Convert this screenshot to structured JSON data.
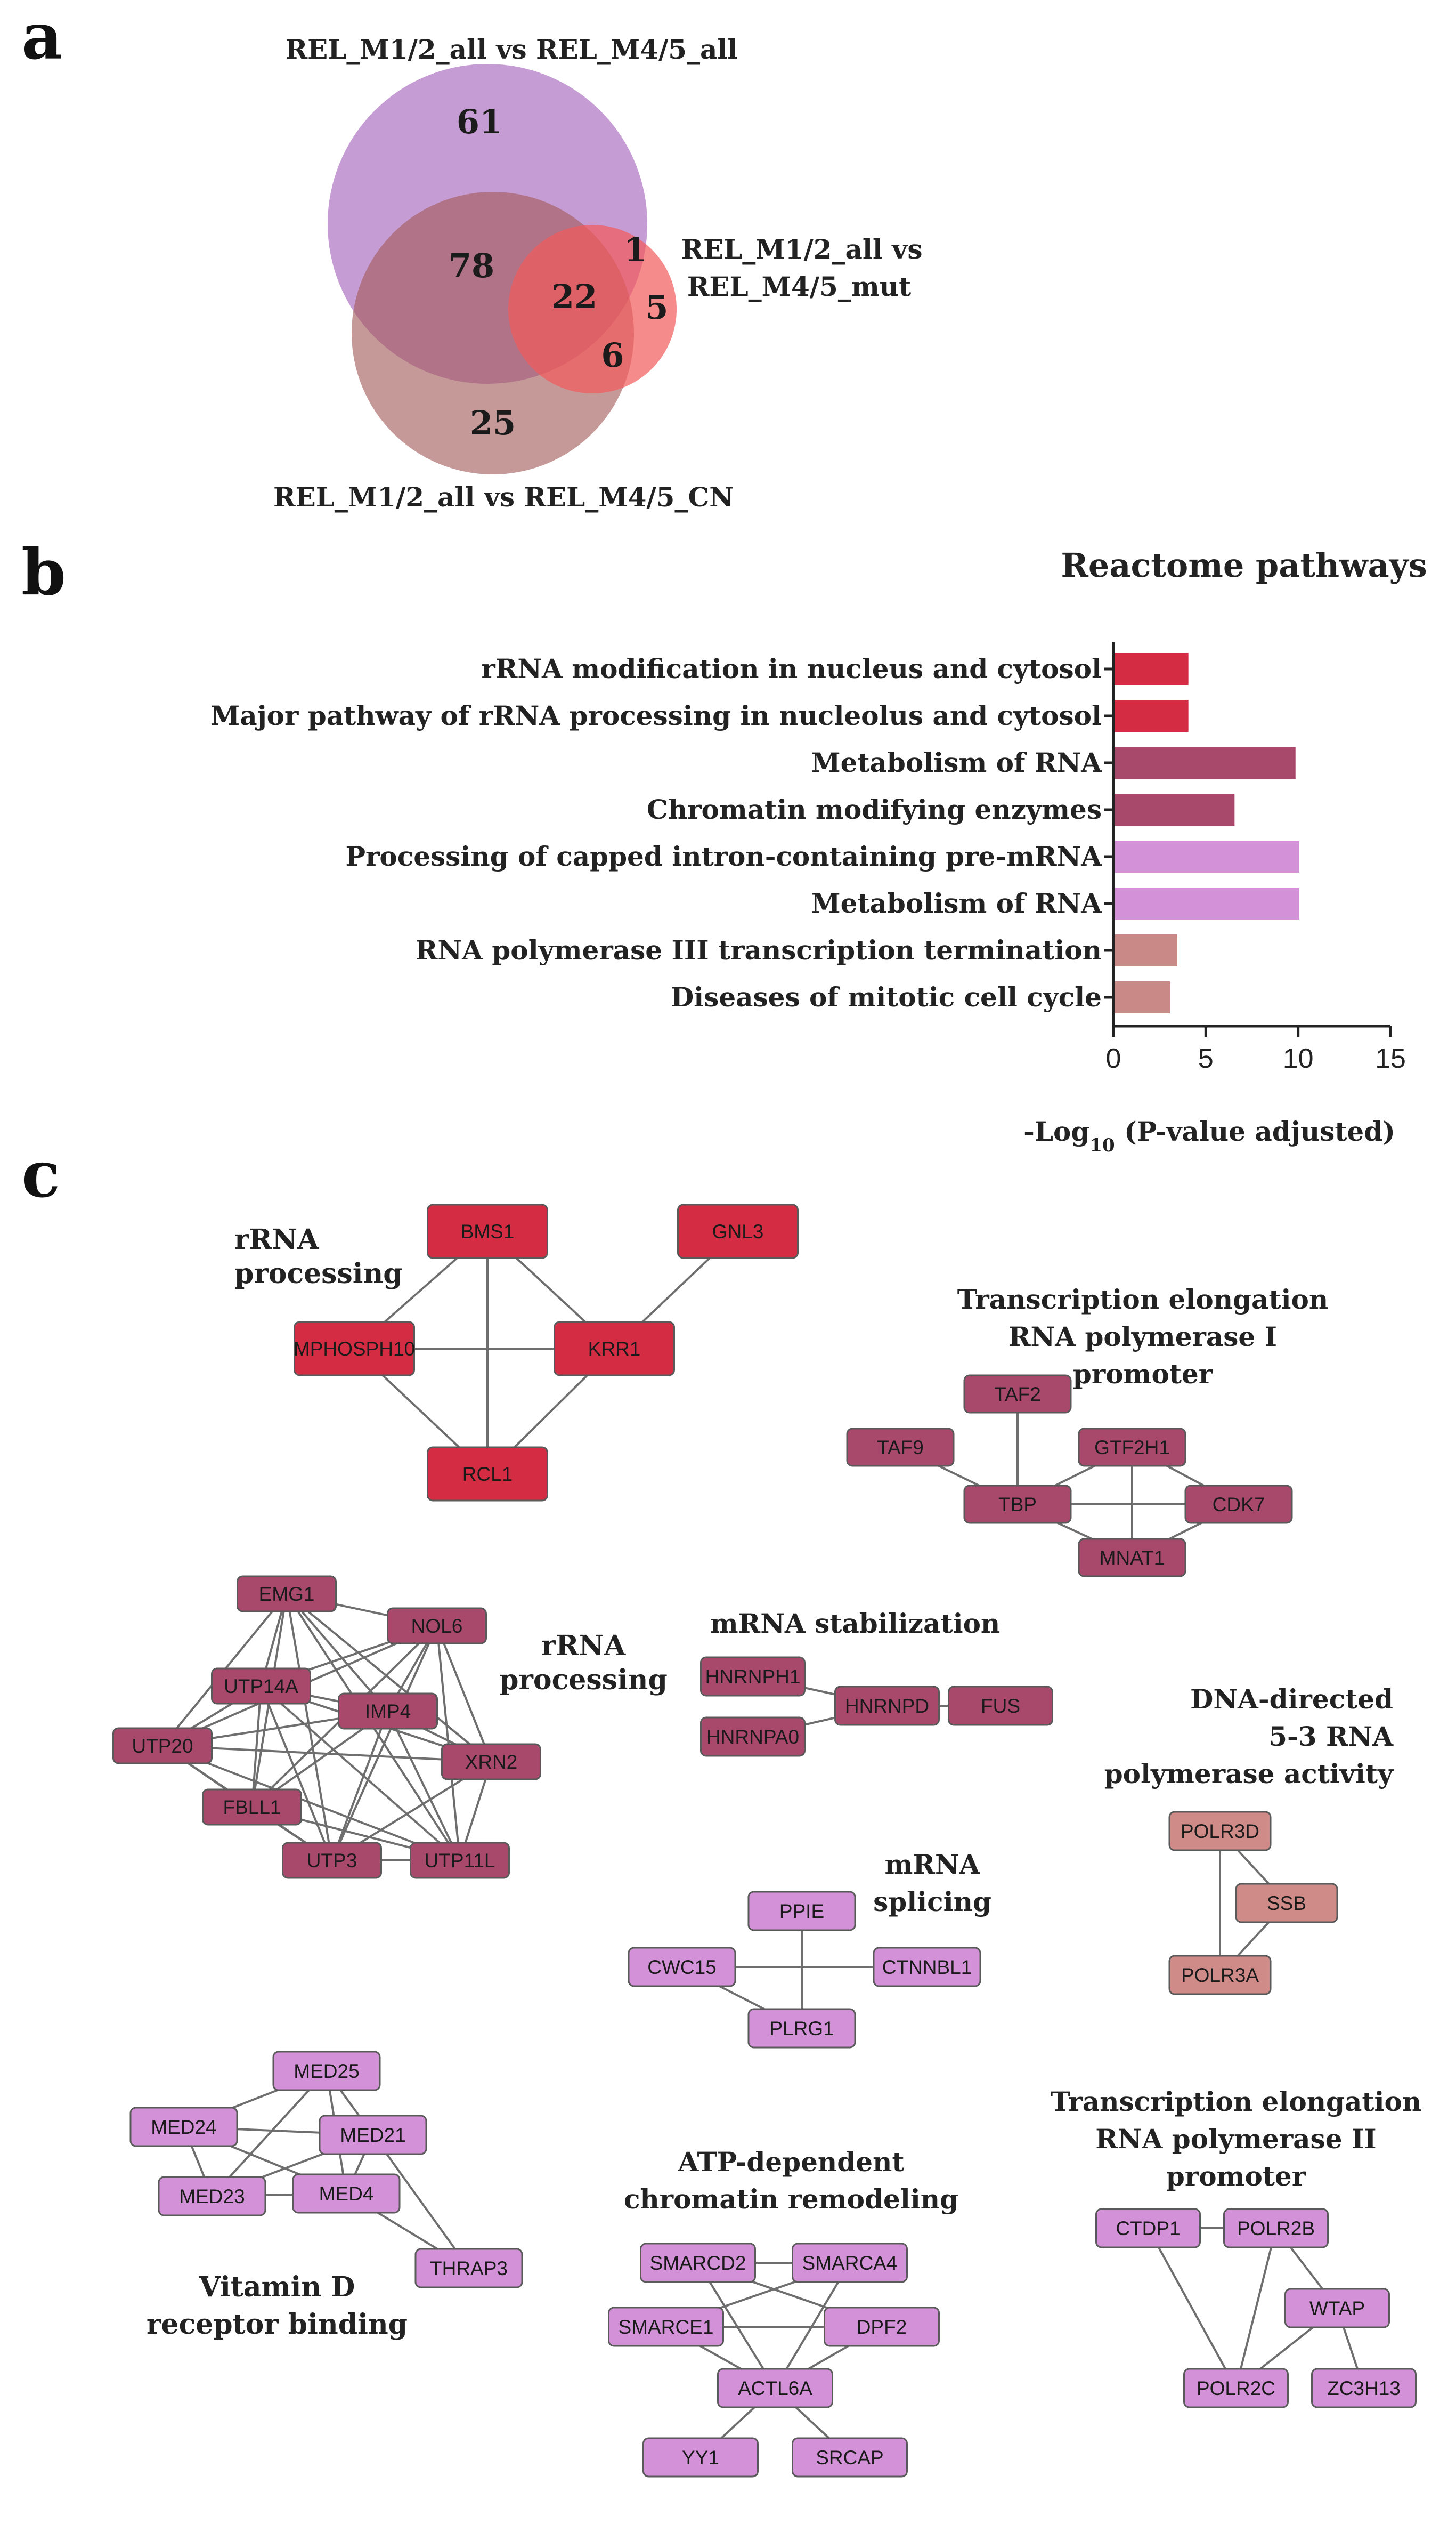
{
  "panels": {
    "a": "a",
    "b": "b",
    "c": "c"
  },
  "venn": {
    "set_labels": {
      "all": "REL_M1/2_all vs REL_M4/5_all",
      "cn": "REL_M1/2_all vs REL_M4/5_CN",
      "mut_line1": "REL_M1/2_all vs",
      "mut_line2": "REL_M4/5_mut"
    },
    "region_counts": {
      "all_only": "61",
      "all_cn": "78",
      "all_mut": "1",
      "all_cn_mut": "22",
      "mut_only": "5",
      "cn_mut": "6",
      "cn_only": "25"
    },
    "colors": {
      "all": "#a25fb8",
      "cn": "#a35a5a",
      "mut": "#f25a5a"
    }
  },
  "chart_data": {
    "type": "bar",
    "orientation": "horizontal",
    "title": "Reactome pathways",
    "xlabel_prefix": "-Log",
    "xlabel_sub": "10",
    "xlabel_suffix": " (P-value adjusted)",
    "xlim": [
      0,
      15
    ],
    "xticks": [
      "0",
      "5",
      "10",
      "15"
    ],
    "categories": [
      "rRNA modification in nucleus and cytosol",
      "Major pathway of rRNA processing in nucleolus and cytosol",
      "Metabolism of RNA",
      "Chromatin modifying enzymes",
      "Processing of capped intron-containing pre-mRNA",
      "Metabolism of RNA",
      "RNA polymerase III transcription termination",
      "Diseases of mitotic cell cycle"
    ],
    "values": [
      4.0,
      4.0,
      9.8,
      6.5,
      10.0,
      10.0,
      3.4,
      3.0
    ],
    "colors": [
      "#d42c43",
      "#d42c43",
      "#a8486b",
      "#a8486b",
      "#d392d8",
      "#d392d8",
      "#c98a87",
      "#c98a87"
    ]
  },
  "network": {
    "clusters": [
      {
        "id": "rrna1",
        "title_lines": [
          "rRNA",
          "processing"
        ],
        "color": "#d42c43",
        "nodes": [
          "BMS1",
          "GNL3",
          "MPHOSPH10",
          "KRR1",
          "RCL1"
        ]
      },
      {
        "id": "tepol1",
        "title_lines": [
          "Transcription elongation",
          "RNA polymerase I",
          "promoter"
        ],
        "color": "#a8486b",
        "nodes": [
          "TAF2",
          "TAF9",
          "GTF2H1",
          "TBP",
          "CDK7",
          "MNAT1"
        ]
      },
      {
        "id": "rrna2",
        "title_lines": [
          "rRNA",
          "processing"
        ],
        "color": "#a8486b",
        "nodes": [
          "EMG1",
          "NOL6",
          "UTP14A",
          "IMP4",
          "UTP20",
          "XRN2",
          "FBLL1",
          "UTP3",
          "UTP11L"
        ]
      },
      {
        "id": "mrnastab",
        "title_lines": [
          "mRNA stabilization"
        ],
        "color": "#a8486b",
        "nodes": [
          "HNRNPH1",
          "HNRNPD",
          "FUS",
          "HNRNPA0"
        ]
      },
      {
        "id": "dnadir",
        "title_lines": [
          "DNA-directed",
          "5-3 RNA",
          "polymerase activity"
        ],
        "color": "#cf8b88",
        "nodes": [
          "POLR3D",
          "SSB",
          "POLR3A"
        ]
      },
      {
        "id": "mrnasplice",
        "title_lines": [
          "mRNA",
          "splicing"
        ],
        "color": "#d392d8",
        "nodes": [
          "PPIE",
          "CWC15",
          "CTNNBL1",
          "PLRG1"
        ]
      },
      {
        "id": "vitd",
        "title_lines": [
          "Vitamin D",
          "receptor binding"
        ],
        "color": "#d392d8",
        "nodes": [
          "MED25",
          "MED24",
          "MED21",
          "MED23",
          "MED4",
          "THRAP3"
        ]
      },
      {
        "id": "atp",
        "title_lines": [
          "ATP-dependent",
          "chromatin remodeling"
        ],
        "color": "#d392d8",
        "nodes": [
          "SMARCD2",
          "SMARCA4",
          "SMARCE1",
          "DPF2",
          "ACTL6A",
          "YY1",
          "SRCAP"
        ]
      },
      {
        "id": "tepol2",
        "title_lines": [
          "Transcription elongation",
          "RNA polymerase II",
          "promoter"
        ],
        "color": "#d392d8",
        "nodes": [
          "CTDP1",
          "POLR2B",
          "WTAP",
          "POLR2C",
          "ZC3H13"
        ]
      }
    ]
  }
}
